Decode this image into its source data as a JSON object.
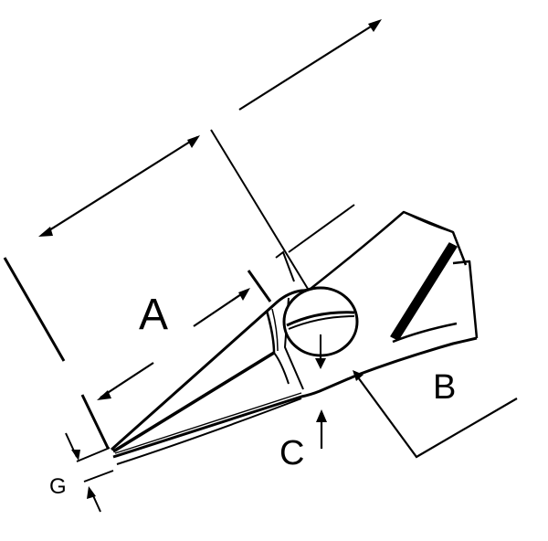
{
  "diagram": {
    "subject": "pliers-dimension-drawing",
    "labels": {
      "a": "A",
      "b": "B",
      "c": "C",
      "g": "G"
    }
  },
  "colors": {
    "ink": "#000000",
    "paper": "#ffffff"
  }
}
